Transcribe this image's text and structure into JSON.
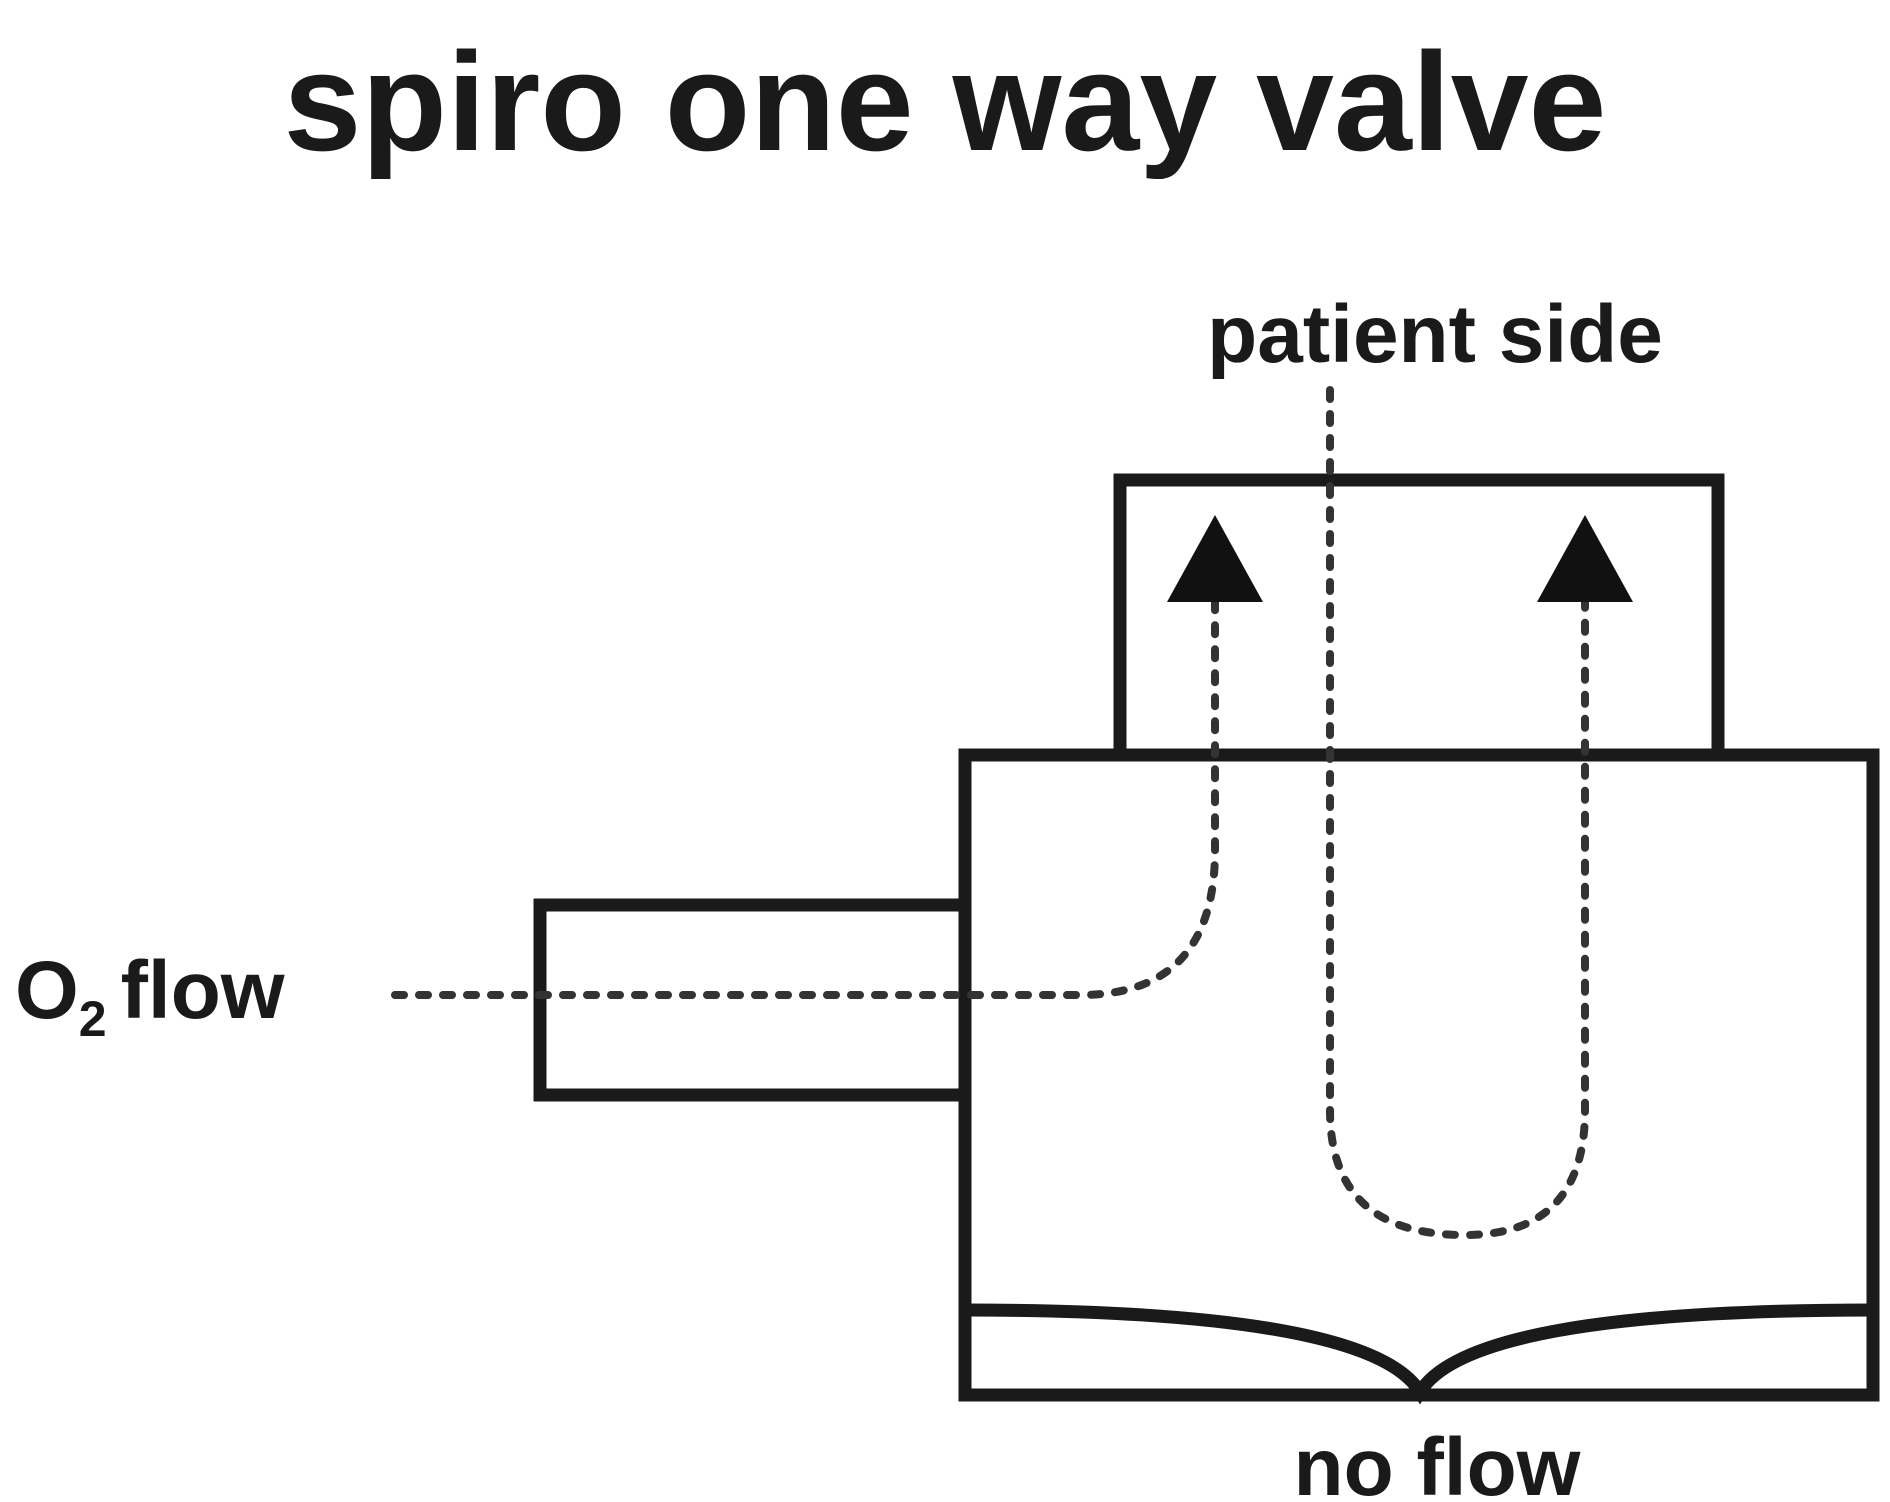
{
  "title": "spiro one way valve",
  "labels": {
    "patient_side": "patient side",
    "o2_flow_main": "O",
    "o2_flow_subscript": "2",
    "o2_flow_rest": "flow",
    "no_flow": "no flow"
  },
  "colors": {
    "ink": "#1a1a1a",
    "background": "#ffffff"
  }
}
